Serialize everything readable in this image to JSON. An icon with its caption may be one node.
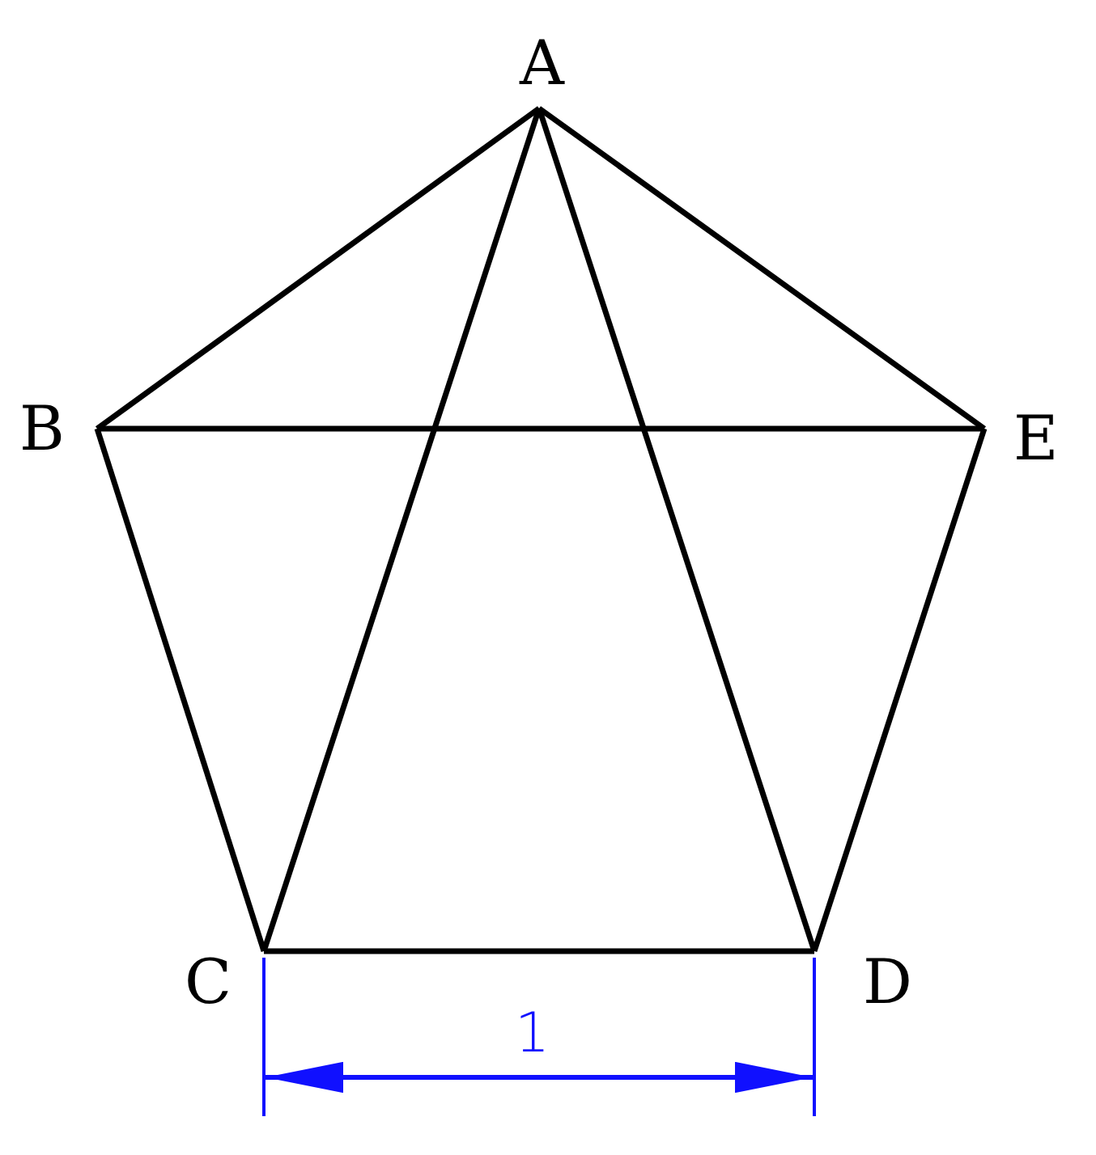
{
  "diagram": {
    "nodes": [
      {
        "text": [
          "A"
        ]
      },
      {
        "text": [
          "B"
        ]
      },
      {
        "text": [
          "E"
        ]
      },
      {
        "text": [
          "C"
        ]
      },
      {
        "text": [
          "D"
        ]
      }
    ],
    "edges": [
      {
        "from": 0,
        "to": 1,
        "arrow": "none"
      },
      {
        "from": 0,
        "to": 2,
        "arrow": "none"
      },
      {
        "from": 0,
        "to": 3,
        "arrow": "none"
      },
      {
        "from": 0,
        "to": 4,
        "arrow": "none"
      },
      {
        "from": 1,
        "to": 2,
        "arrow": "none"
      },
      {
        "from": 1,
        "to": 3,
        "arrow": "none"
      },
      {
        "from": 3,
        "to": 4,
        "arrow": "none"
      },
      {
        "from": 2,
        "to": 4,
        "arrow": "none"
      }
    ],
    "labels": [
      "1"
    ]
  }
}
